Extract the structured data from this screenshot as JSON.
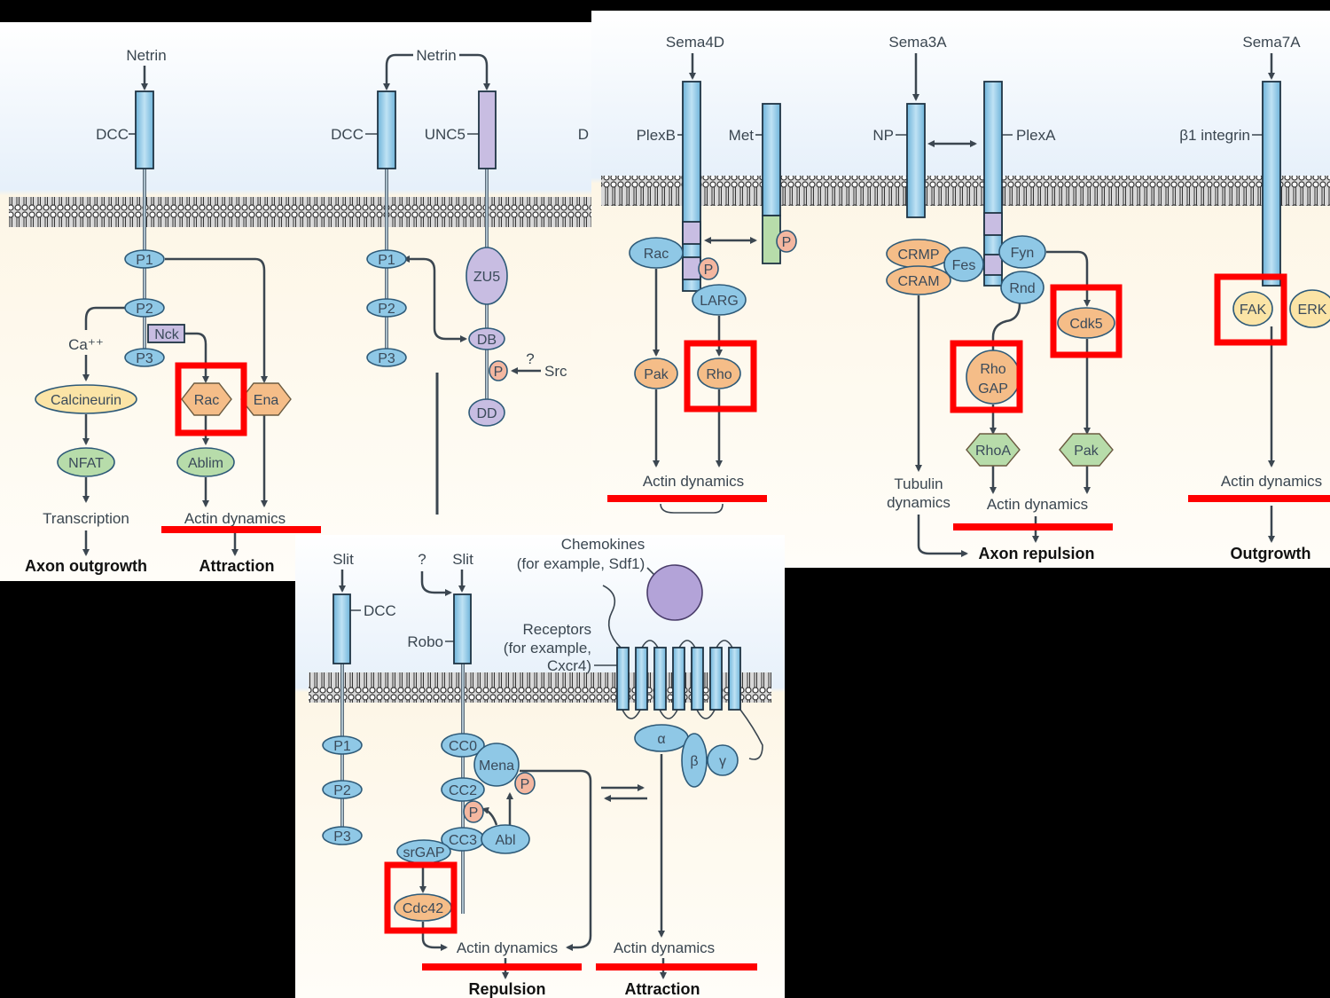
{
  "colors": {
    "receptor": "#8fc8e6",
    "orange": "#f5bd88",
    "green": "#b7dcaa",
    "yellow": "#fbe4a6",
    "purple": "#c8bde2",
    "phospho": "#f4b7a0",
    "highlight": "#ff0000",
    "extracellular": "#eef5fc",
    "intracellular": "#fdf6e6"
  },
  "panel_netrin": {
    "ligand1": "Netrin",
    "receptor1": "DCC",
    "p1": "P1",
    "p2": "P2",
    "p3": "P3",
    "nck": "Nck",
    "ca": "Ca⁺⁺",
    "calcineurin": "Calcineurin",
    "nfat": "NFAT",
    "rac": "Rac",
    "ena": "Ena",
    "ablim": "Ablim",
    "transcription": "Transcription",
    "actin": "Actin dynamics",
    "out1": "Axon outgrowth",
    "out2": "Attraction",
    "ligand2": "Netrin",
    "receptor2": "DCC",
    "receptor3": "UNC5",
    "zu5": "ZU5",
    "db": "DB",
    "p": "P",
    "q": "?",
    "src": "Src",
    "dd": "DD",
    "cut": "D",
    "p1b": "P1",
    "p2b": "P2",
    "p3b": "P3"
  },
  "panel_sema": {
    "sema4d": "Sema4D",
    "plexb": "PlexB",
    "met": "Met",
    "p_met": "P",
    "rac": "Rac",
    "p_plexb": "P",
    "larg": "LARG",
    "pak": "Pak",
    "rho": "Rho",
    "actin1": "Actin dynamics",
    "sema3a": "Sema3A",
    "np": "NP",
    "plexa": "PlexA",
    "crmp": "CRMP",
    "cram": "CRAM",
    "fes": "Fes",
    "fyn": "Fyn",
    "rnd": "Rnd",
    "cdk5": "Cdk5",
    "rhogap1": "Rho",
    "rhogap2": "GAP",
    "rhoa": "RhoA",
    "pak2": "Pak",
    "tubulin1": "Tubulin",
    "tubulin2": "dynamics",
    "actin2": "Actin dynamics",
    "out_repulsion": "Axon repulsion",
    "sema7a": "Sema7A",
    "integrin": "β1 integrin",
    "fak": "FAK",
    "erk": "ERK",
    "actin3": "Actin dynamics",
    "out_growth": "Outgrowth"
  },
  "panel_slit": {
    "slit1": "Slit",
    "dcc": "DCC",
    "q": "?",
    "slit2": "Slit",
    "robo": "Robo",
    "p1": "P1",
    "p2": "P2",
    "p3": "P3",
    "cc0": "CC0",
    "mena": "Mena",
    "p_a": "P",
    "cc2": "CC2",
    "p_b": "P",
    "cc3": "CC3",
    "abl": "Abl",
    "srgap": "srGAP",
    "cdc42": "Cdc42",
    "actin1": "Actin dynamics",
    "out_repulsion": "Repulsion",
    "chemokines1": "Chemokines",
    "chemokines2": "(for example, Sdf1)",
    "receptors1": "Receptors",
    "receptors2": "(for example,",
    "receptors3": "Cxcr4)",
    "alpha": "α",
    "beta": "β",
    "gamma": "γ",
    "actin2": "Actin dynamics",
    "out_attraction": "Attraction"
  }
}
